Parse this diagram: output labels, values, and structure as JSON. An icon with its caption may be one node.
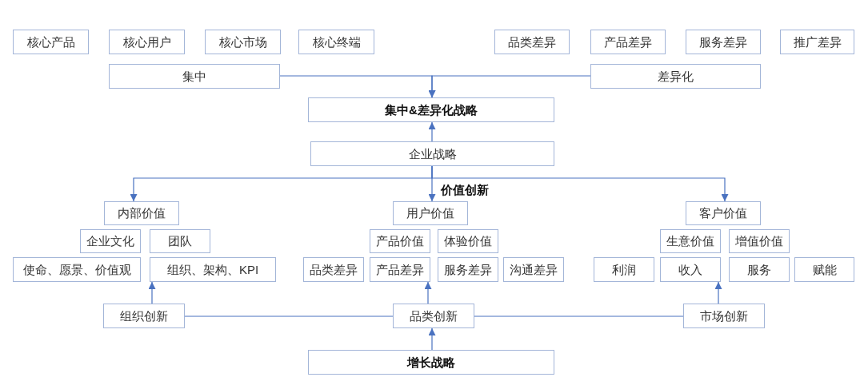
{
  "diagram": {
    "nodes": [
      {
        "text": [
          "核心产品"
        ]
      },
      {
        "text": [
          "核心用户"
        ]
      },
      {
        "text": [
          "核心市场"
        ]
      },
      {
        "text": [
          "核心终端"
        ]
      },
      {
        "text": [
          "品类差异"
        ]
      },
      {
        "text": [
          "产品差异"
        ]
      },
      {
        "text": [
          "服务差异"
        ]
      },
      {
        "text": [
          "推广差异"
        ]
      },
      {
        "text": [
          "集中"
        ]
      },
      {
        "text": [
          "差异化"
        ]
      },
      {
        "text": [
          "集中&差异化战略"
        ]
      },
      {
        "text": [
          "企业战略"
        ]
      },
      {
        "text": [
          "内部价值"
        ]
      },
      {
        "text": [
          "用户价值"
        ]
      },
      {
        "text": [
          "客户价值"
        ]
      },
      {
        "text": [
          "企业文化"
        ]
      },
      {
        "text": [
          "团队"
        ]
      },
      {
        "text": [
          "产品价值"
        ]
      },
      {
        "text": [
          "体验价值"
        ]
      },
      {
        "text": [
          "生意价值"
        ]
      },
      {
        "text": [
          "增值价值"
        ]
      },
      {
        "text": [
          "使命、愿景、价值观"
        ]
      },
      {
        "text": [
          "组织、架构、KPI"
        ]
      },
      {
        "text": [
          "品类差异"
        ]
      },
      {
        "text": [
          "产品差异"
        ]
      },
      {
        "text": [
          "服务差异"
        ]
      },
      {
        "text": [
          "沟通差异"
        ]
      },
      {
        "text": [
          "利润"
        ]
      },
      {
        "text": [
          "收入"
        ]
      },
      {
        "text": [
          "服务"
        ]
      },
      {
        "text": [
          "赋能"
        ]
      },
      {
        "text": [
          "组织创新"
        ]
      },
      {
        "text": [
          "品类创新"
        ]
      },
      {
        "text": [
          "市场创新"
        ]
      },
      {
        "text": [
          "增长战略"
        ]
      }
    ],
    "edges": [
      {
        "from": 8,
        "to": 10,
        "arrow": "to"
      },
      {
        "from": 9,
        "to": 10,
        "arrow": "to"
      },
      {
        "from": 11,
        "to": 10,
        "arrow": "to"
      },
      {
        "from": 11,
        "to": 12,
        "arrow": "to"
      },
      {
        "from": 11,
        "to": 13,
        "arrow": "to",
        "label": "价值创新"
      },
      {
        "from": 11,
        "to": 14,
        "arrow": "to"
      },
      {
        "from": 31,
        "to": 22,
        "arrow": "to"
      },
      {
        "from": 32,
        "to": 24,
        "arrow": "to"
      },
      {
        "from": 33,
        "to": 28,
        "arrow": "to"
      },
      {
        "from": 31,
        "to": 32,
        "arrow": "none"
      },
      {
        "from": 32,
        "to": 33,
        "arrow": "none"
      },
      {
        "from": 34,
        "to": 32,
        "arrow": "to"
      }
    ]
  }
}
